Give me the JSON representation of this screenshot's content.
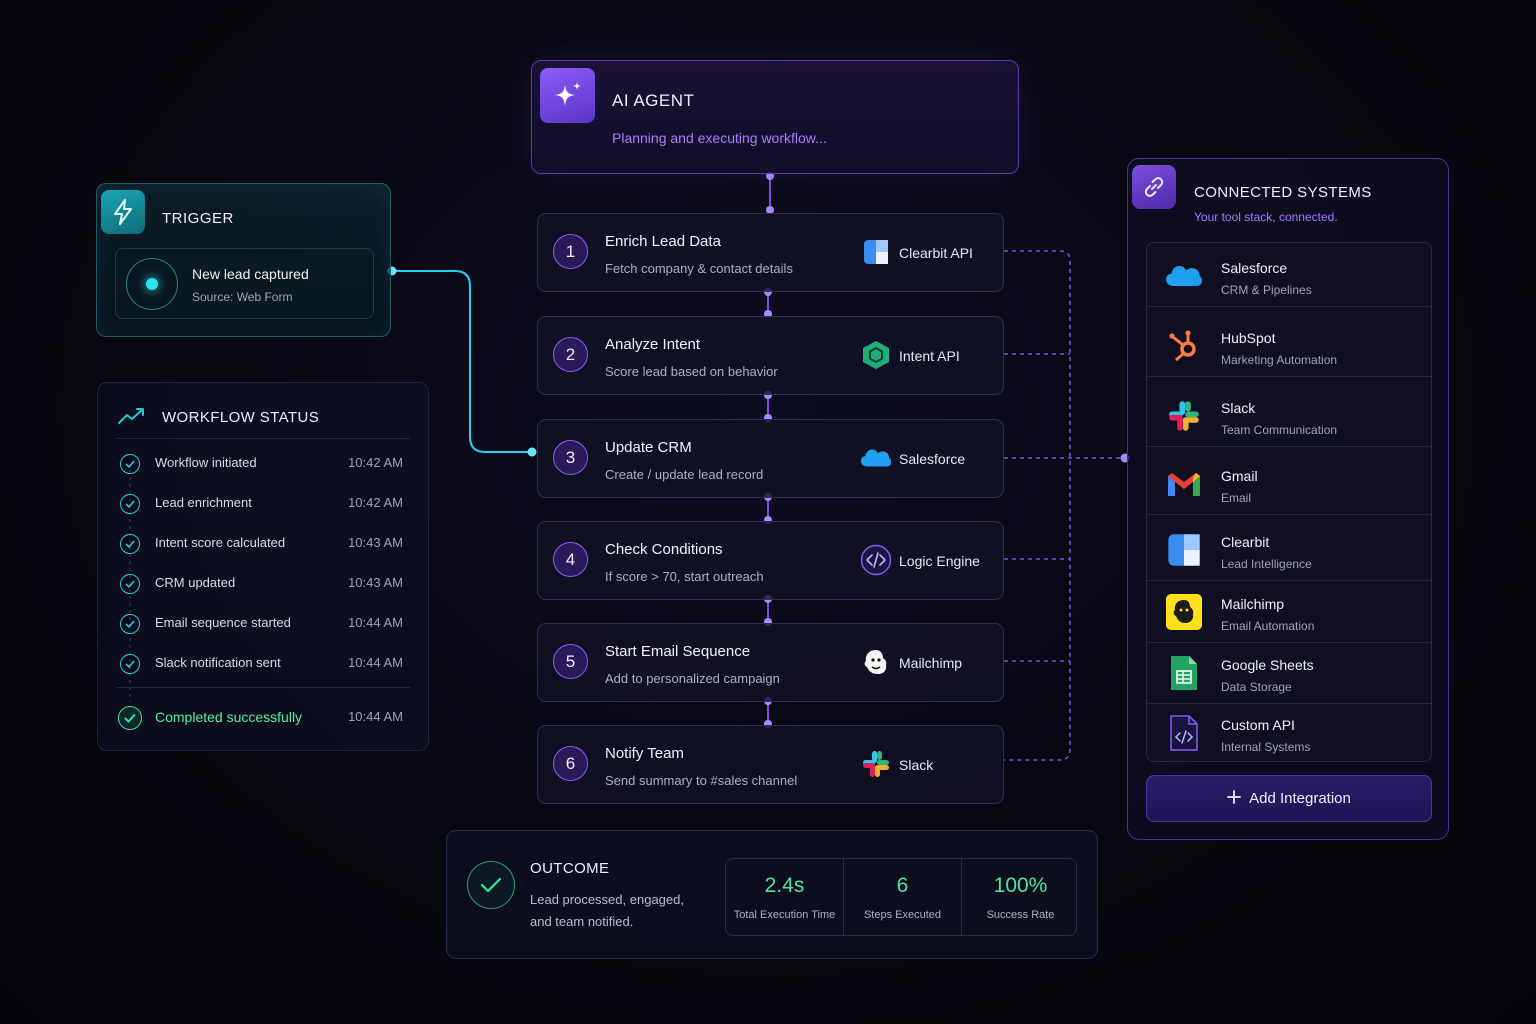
{
  "trigger": {
    "title": "TRIGGER",
    "event": "New lead captured",
    "source": "Source: Web Form"
  },
  "status": {
    "title": "WORKFLOW STATUS",
    "items": [
      {
        "label": "Workflow initiated",
        "time": "10:42 AM"
      },
      {
        "label": "Lead enrichment",
        "time": "10:42 AM"
      },
      {
        "label": "Intent score calculated",
        "time": "10:43 AM"
      },
      {
        "label": "CRM updated",
        "time": "10:43 AM"
      },
      {
        "label": "Email sequence started",
        "time": "10:44 AM"
      },
      {
        "label": "Slack notification sent",
        "time": "10:44 AM"
      }
    ],
    "final": {
      "label": "Completed successfully",
      "time": "10:44 AM"
    }
  },
  "agent": {
    "title": "AI AGENT",
    "subtitle": "Planning and executing workflow..."
  },
  "steps": [
    {
      "num": "1",
      "title": "Enrich Lead Data",
      "desc": "Fetch company & contact details",
      "tool": "Clearbit API",
      "icon": "clearbit-icon"
    },
    {
      "num": "2",
      "title": "Analyze Intent",
      "desc": "Score lead based on behavior",
      "tool": "Intent API",
      "icon": "hexagon-icon"
    },
    {
      "num": "3",
      "title": "Update CRM",
      "desc": "Create / update lead record",
      "tool": "Salesforce",
      "icon": "salesforce-cloud-icon"
    },
    {
      "num": "4",
      "title": "Check Conditions",
      "desc": "If score > 70, start outreach",
      "tool": "Logic Engine",
      "icon": "code-icon"
    },
    {
      "num": "5",
      "title": "Start Email Sequence",
      "desc": "Add to personalized campaign",
      "tool": "Mailchimp",
      "icon": "mailchimp-icon"
    },
    {
      "num": "6",
      "title": "Notify Team",
      "desc": "Send summary to #sales channel",
      "tool": "Slack",
      "icon": "slack-icon"
    }
  ],
  "systems": {
    "title": "CONNECTED SYSTEMS",
    "subtitle": "Your tool stack, connected.",
    "items": [
      {
        "name": "Salesforce",
        "desc": "CRM & Pipelines",
        "icon": "salesforce-cloud-icon"
      },
      {
        "name": "HubSpot",
        "desc": "Marketing Automation",
        "icon": "hubspot-icon"
      },
      {
        "name": "Slack",
        "desc": "Team Communication",
        "icon": "slack-icon"
      },
      {
        "name": "Gmail",
        "desc": "Email",
        "icon": "gmail-icon"
      },
      {
        "name": "Clearbit",
        "desc": "Lead Intelligence",
        "icon": "clearbit-icon"
      },
      {
        "name": "Mailchimp",
        "desc": "Email Automation",
        "icon": "mailchimp-icon"
      },
      {
        "name": "Google Sheets",
        "desc": "Data Storage",
        "icon": "sheets-icon"
      },
      {
        "name": "Custom API",
        "desc": "Internal Systems",
        "icon": "code-file-icon"
      }
    ],
    "add_label": "Add Integration"
  },
  "outcome": {
    "title": "OUTCOME",
    "line1": "Lead processed, engaged,",
    "line2": "and team notified.",
    "metrics": [
      {
        "value": "2.4s",
        "label": "Total Execution Time"
      },
      {
        "value": "6",
        "label": "Steps Executed"
      },
      {
        "value": "100%",
        "label": "Success Rate"
      }
    ]
  },
  "colors": {
    "accent_purple": "#8b5cf6",
    "accent_cyan": "#22d3ee",
    "success_green": "#4fe3a3"
  }
}
